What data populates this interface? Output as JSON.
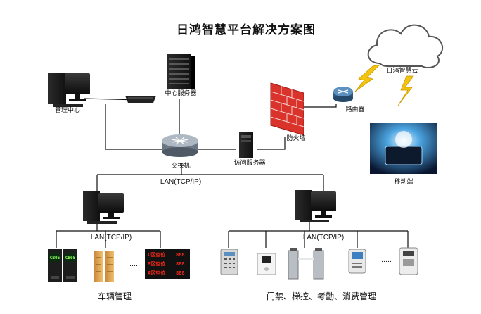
{
  "title": "日鸿智慧平台解决方案图",
  "nodes": {
    "cloud": "日鸿智慧云",
    "management_center": "管理中心",
    "central_server": "中心服务器",
    "firewall": "防火墙",
    "router": "路由器",
    "switch": "交换机",
    "access_server": "访问服务器",
    "mobile": "移动端"
  },
  "network": {
    "lan_main": "LAN(TCP/IP)",
    "lan_left": "LAN(TCP/IP)",
    "lan_right": "LAN(TCP/IP)"
  },
  "vehicle": {
    "caption": "车辆管理",
    "gate_displays": [
      "CB05",
      "CB05"
    ],
    "parking_signs": [
      {
        "zone": "C区空位",
        "count": "888"
      },
      {
        "zone": "B区空位",
        "count": "888"
      },
      {
        "zone": "A区空位",
        "count": "888"
      }
    ],
    "ellipsis": "……"
  },
  "access": {
    "caption": "门禁、梯控、考勤、消费管理",
    "ellipsis": "……"
  },
  "colors": {
    "firewall": "#d9332b",
    "router": "#3e6f9a",
    "lightning": "#f2c40f",
    "led": "#ff2a1a"
  }
}
